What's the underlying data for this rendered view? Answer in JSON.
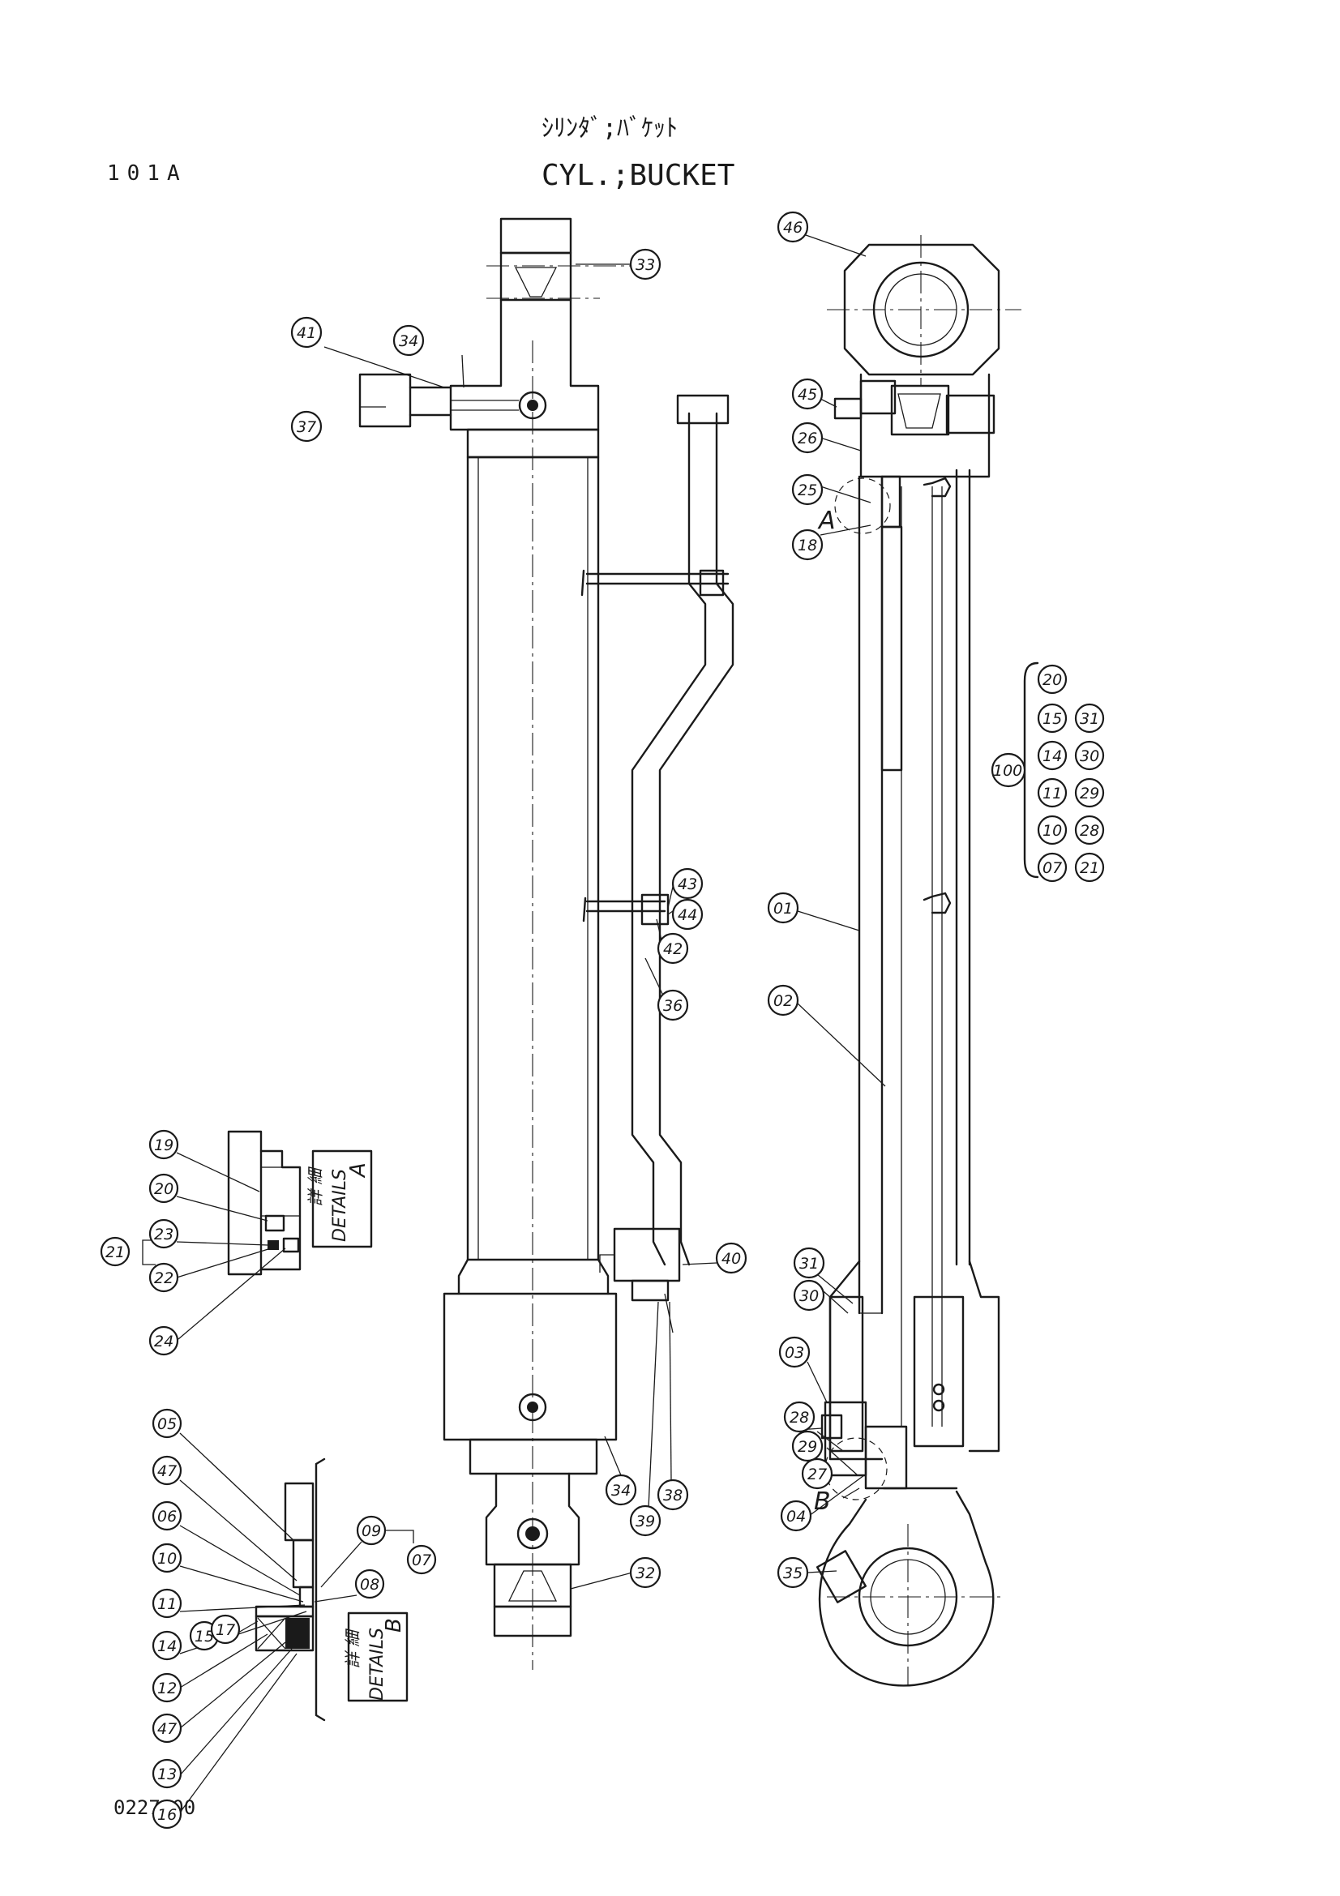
{
  "header": {
    "title_jp": "ｼﾘﾝﾀﾞ;ﾊﾞｹｯﾄ",
    "title_en": "CYL.;BUCKET",
    "page_code": "101A",
    "drawing_number": "0227400"
  },
  "details": {
    "a": {
      "label_jp": "詳 細",
      "label_en": "DETAILS",
      "letter": "A"
    },
    "b": {
      "label_jp": "詳 細",
      "label_en": "DETAILS",
      "letter": "B"
    }
  },
  "section_marks": {
    "a": "A",
    "b": "B"
  },
  "assembly_group": {
    "number": "100",
    "members": [
      "07",
      "10",
      "11",
      "14",
      "15",
      "20",
      "21",
      "28",
      "29",
      "30",
      "31"
    ]
  },
  "callouts": {
    "c33": "33",
    "c41": "41",
    "c34_top": "34",
    "c37": "37",
    "c46": "46",
    "c45": "45",
    "c26": "26",
    "c25": "25",
    "c18": "18",
    "c43": "43",
    "c44": "44",
    "c42": "42",
    "c36": "36",
    "c01": "01",
    "c02": "02",
    "c40": "40",
    "c34_bottom": "34",
    "c38": "38",
    "c39": "39",
    "c32": "32",
    "c31": "31",
    "c30": "30",
    "c03": "03",
    "c28": "28",
    "c29": "29",
    "c27": "27",
    "c04": "04",
    "c35": "35",
    "a19": "19",
    "a20": "20",
    "a23": "23",
    "a22": "22",
    "a21": "21",
    "a24": "24",
    "b05": "05",
    "b47a": "47",
    "b06": "06",
    "b10": "10",
    "b11": "11",
    "b14": "14",
    "b15": "15",
    "b17": "17",
    "b12": "12",
    "b47b": "47",
    "b13": "13",
    "b16": "16",
    "b09": "09",
    "b08": "08",
    "b07": "07"
  }
}
